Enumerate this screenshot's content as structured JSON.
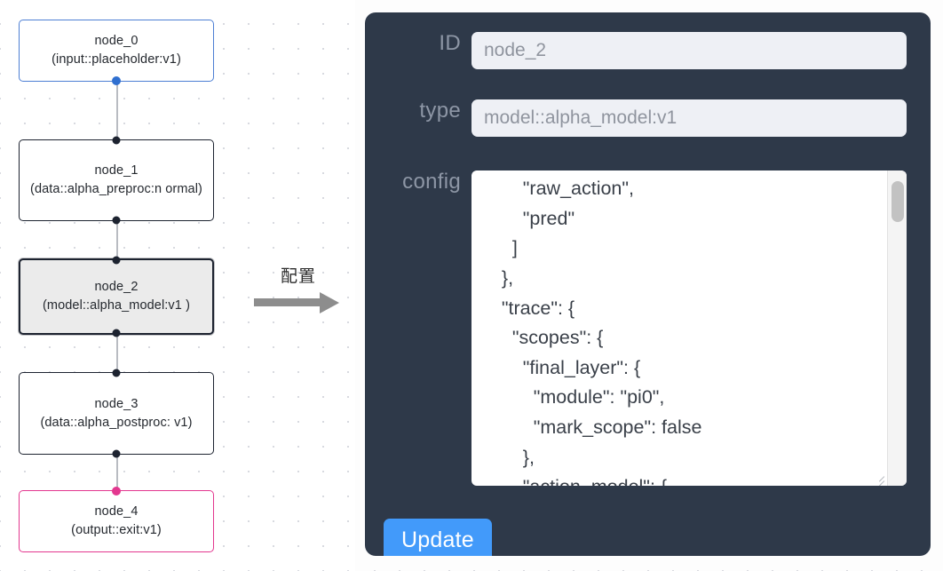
{
  "flow": {
    "nodes": [
      {
        "id": "node_0",
        "title": "node_0",
        "subtitle": "(input::placeholder:v1)",
        "kind": "input",
        "selected": false
      },
      {
        "id": "node_1",
        "title": "node_1",
        "subtitle": "(data::alpha_preproc:n ormal)",
        "kind": "default",
        "selected": false
      },
      {
        "id": "node_2",
        "title": "node_2",
        "subtitle": "(model::alpha_model:v1 )",
        "kind": "default",
        "selected": true
      },
      {
        "id": "node_3",
        "title": "node_3",
        "subtitle": "(data::alpha_postproc: v1)",
        "kind": "default",
        "selected": false
      },
      {
        "id": "node_4",
        "title": "node_4",
        "subtitle": "(output::exit:v1)",
        "kind": "output",
        "selected": false
      }
    ],
    "colors": {
      "input_border": "#4d7fd4",
      "output_border": "#e3378f",
      "default_border": "#1d2330",
      "selected_fill": "#ebebeb",
      "edge": "#b9bcc2",
      "grid_dot": "#d8dae0"
    }
  },
  "arrow": {
    "label": "配置",
    "color": "#8d8d8d"
  },
  "panel": {
    "background": "#2e3949",
    "fields": [
      {
        "label": "ID",
        "value": "node_2"
      },
      {
        "label": "type",
        "value": "model::alpha_model:v1"
      }
    ],
    "config": {
      "label": "config",
      "value": "        \"raw_action\",\n        \"pred\"\n      ]\n    },\n    \"trace\": {\n      \"scopes\": {\n        \"final_layer\": {\n          \"module\": \"pi0\",\n          \"mark_scope\": false\n        },\n        \"action_model\": {"
    },
    "update_button": {
      "label": "Update",
      "color": "#429afa"
    }
  }
}
